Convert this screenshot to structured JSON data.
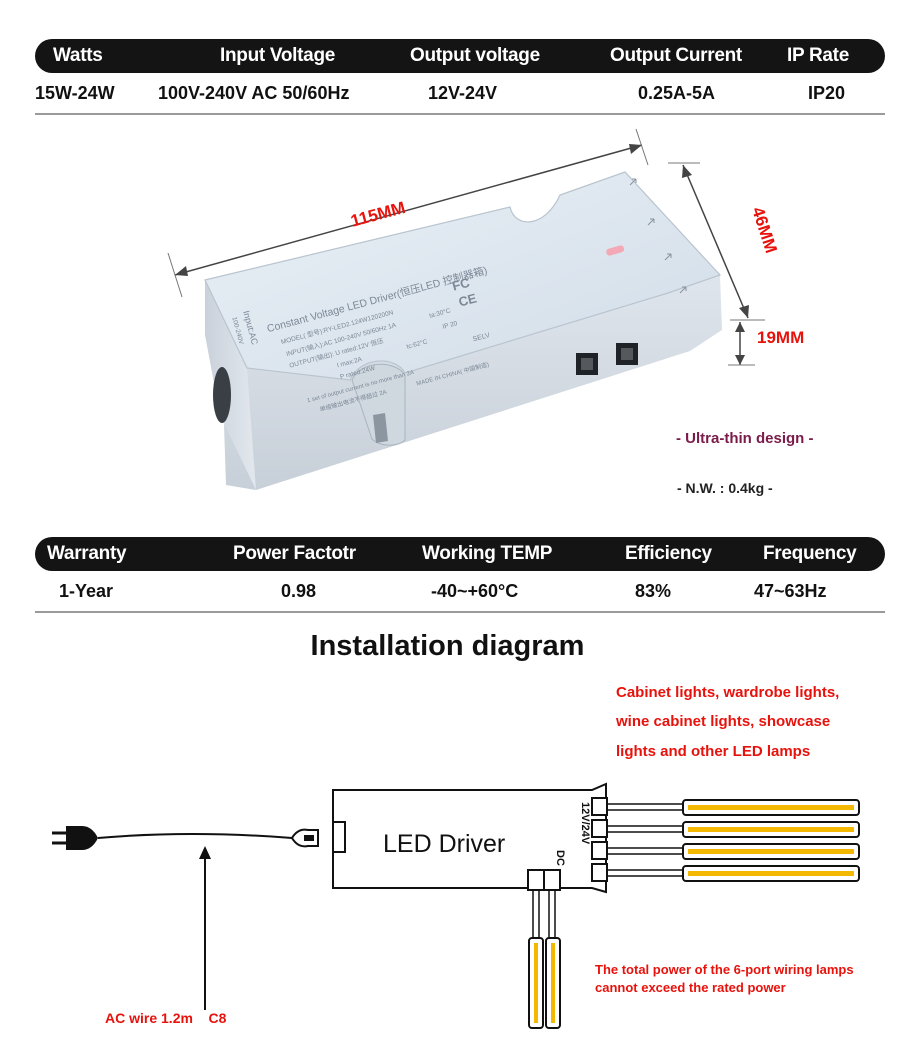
{
  "spec_table_1": {
    "headers": [
      "Watts",
      "Input Voltage",
      "Output voltage",
      "Output Current",
      "IP Rate"
    ],
    "values": [
      "15W-24W",
      "100V-240V AC  50/60Hz",
      "12V-24V",
      "0.25A-5A",
      "IP20"
    ]
  },
  "dimensions": {
    "length": "115MM",
    "width": "46MM",
    "height": "19MM"
  },
  "product_label": {
    "title": "Constant Voltage LED Driver(恒压LED 控制器箱)",
    "model": "MODEL( 型号):RY-LED2.124W120200N",
    "input": "INPUT(输入):AC 100-240V  50/60Hz  1A",
    "output": "OUTPUT(输出): U rated:12V  恒压",
    "imax": "I max:2A",
    "prated": "P rated:24W",
    "ta": "ta:30°C",
    "tc": "tc:62°C",
    "ip": "IP 20",
    "selv": "SELV",
    "note1": "1 set of output current is no more than 2A",
    "note2": "单组输出电流不得超过 2A",
    "made": "MADE IN CHINA( 中国制造)",
    "side_label": "Input:AC",
    "side_range": "100-240V",
    "fc": "FC",
    "ce": "CE"
  },
  "notes": {
    "ultra_thin": "- Ultra-thin design -",
    "weight": "-  N.W. : 0.4kg  -"
  },
  "spec_table_2": {
    "headers": [
      "Warranty",
      "Power Factotr",
      "Working  TEMP",
      "Efficiency",
      "Frequency"
    ],
    "values": [
      "1-Year",
      "0.98",
      "-40~+60°C",
      "83%",
      "47~63Hz"
    ]
  },
  "installation": {
    "title": "Installation diagram",
    "lamps_line1": "Cabinet lights, wardrobe lights,",
    "lamps_line2": "wine cabinet lights, showcase",
    "lamps_line3": "lights and other LED lamps",
    "driver_label": "LED Driver",
    "dc_label": "DC",
    "voltage_label": "12V/24V",
    "ac_wire": "AC wire 1.2m    C8",
    "power_note_line1": "The total power of the 6-port wiring lamps",
    "power_note_line2": "cannot exceed the rated power"
  },
  "colors": {
    "accent_red": "#e8120c",
    "dim_red": "#e8120c",
    "note_purple": "#7a1b4a",
    "header_bg": "#141414",
    "strip_yellow": "#f5b800"
  }
}
